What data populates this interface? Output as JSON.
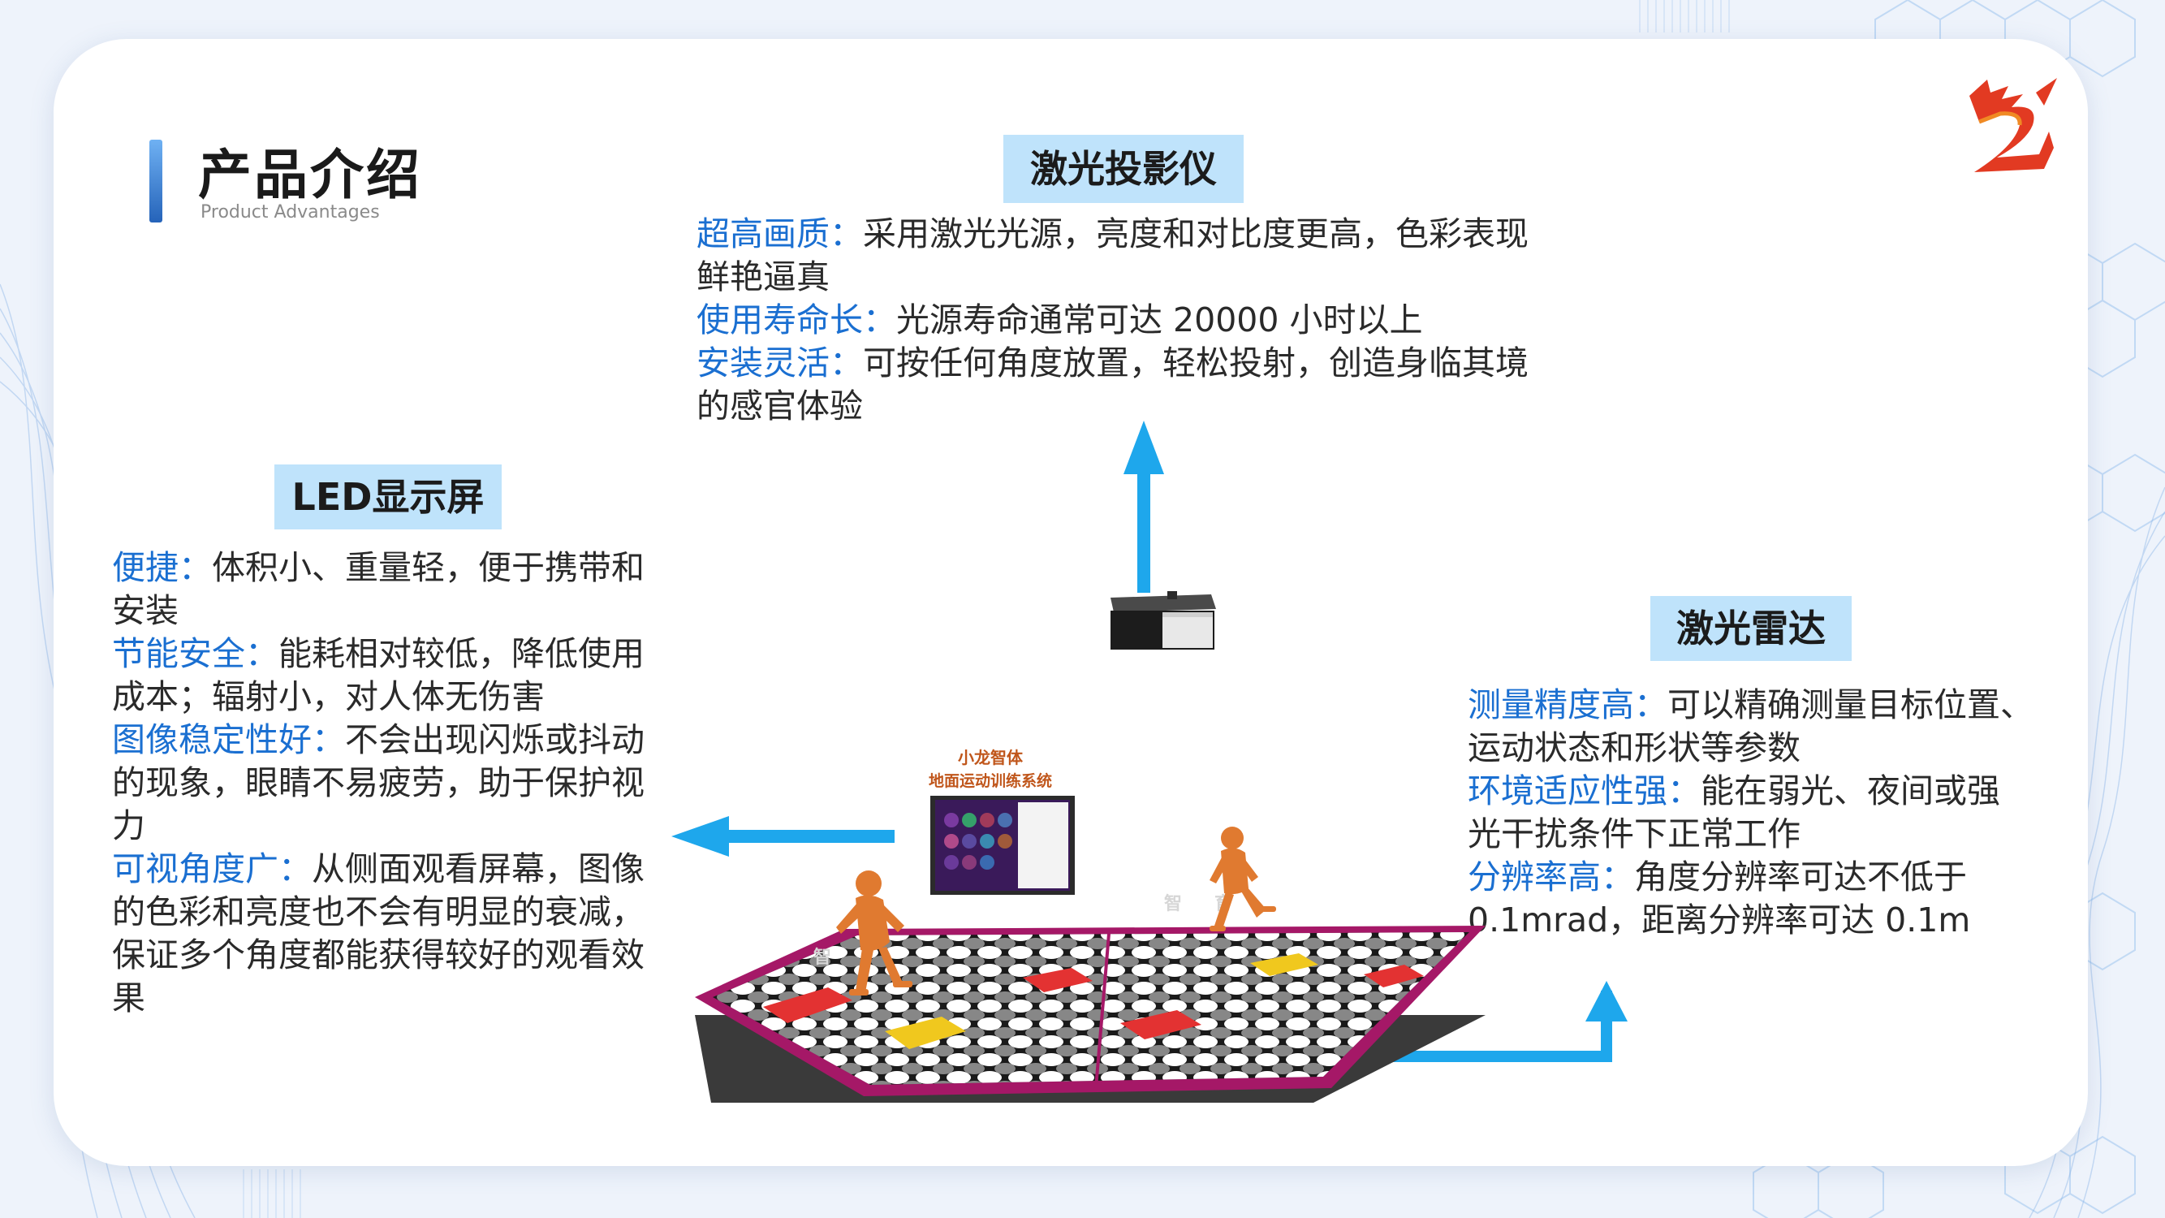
{
  "header": {
    "title": "产品介绍",
    "subtitle": "Product Advantages"
  },
  "colors": {
    "accent_blue": "#1a6fd1",
    "heading_bg": "#bfe3fb",
    "arrow_blue": "#1ea7ec",
    "floor_frame": "#a51867",
    "figure_orange": "#e07a30"
  },
  "logo": {
    "icon": "dragon-logo-icon"
  },
  "sections": {
    "projector": {
      "heading": "激光投影仪",
      "items": [
        {
          "label": "超高画质：",
          "lines": [
            "采用激光光源，亮度和对比度更高，色彩表现",
            "鲜艳逼真"
          ]
        },
        {
          "label": "使用寿命长：",
          "lines": [
            "光源寿命通常可达 20000 小时以上"
          ]
        },
        {
          "label": "安装灵活：",
          "lines": [
            "可按任何角度放置，轻松投射，创造身临其境",
            "的感官体验"
          ]
        }
      ]
    },
    "led": {
      "heading": "LED显示屏",
      "items": [
        {
          "label": "便捷：",
          "lines": [
            "体积小、重量轻，便于携带和",
            "安装"
          ]
        },
        {
          "label": "节能安全：",
          "lines": [
            "能耗相对较低，降低使用",
            "成本；辐射小，对人体无伤害"
          ]
        },
        {
          "label": "图像稳定性好：",
          "lines": [
            "不会出现闪烁或抖动",
            "的现象，眼睛不易疲劳，助于保护视",
            "力"
          ]
        },
        {
          "label": "可视角度广：",
          "lines": [
            "从侧面观看屏幕，图像",
            "的色彩和亮度也不会有明显的衰减，",
            "保证多个角度都能获得较好的观看效",
            "果"
          ]
        }
      ]
    },
    "lidar": {
      "heading": "激光雷达",
      "items": [
        {
          "label": "测量精度高：",
          "lines": [
            "可以精确测量目标位置、",
            "运动状态和形状等参数"
          ]
        },
        {
          "label": "环境适应性强：",
          "lines": [
            "能在弱光、夜间或强",
            "光干扰条件下正常工作"
          ]
        },
        {
          "label": "分辨率高：",
          "lines": [
            "角度分辨率可达不低于",
            "0.1mrad，距离分辨率可达 0.1m"
          ]
        }
      ]
    }
  },
  "illustration": {
    "screen_title_1": "小龙智体",
    "screen_title_2": "地面运动训练系统",
    "watermark_1": "智",
    "watermark_2": "育",
    "icons": [
      "projector-icon",
      "led-screen-icon",
      "running-figure-icon",
      "interactive-floor-icon"
    ]
  }
}
